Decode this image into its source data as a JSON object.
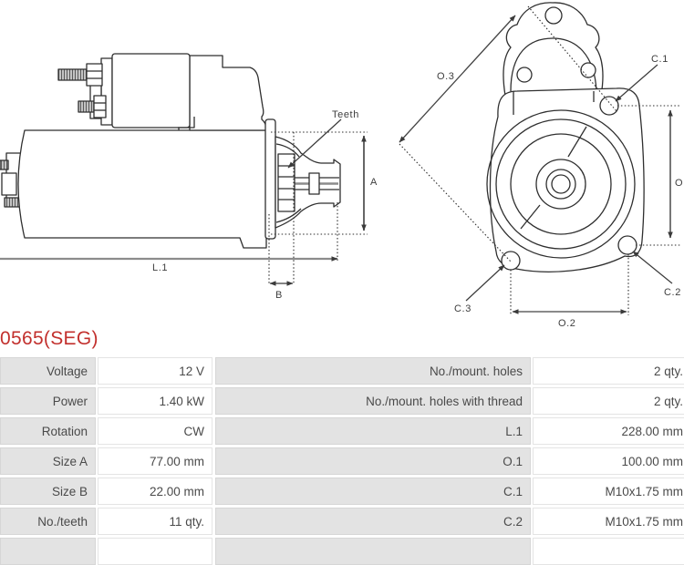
{
  "part_number": "0565(SEG)",
  "colors": {
    "part_number_red": "#c2302d",
    "drawing_line": "#2f2f2f",
    "table_label_bg": "#e3e3e3"
  },
  "annotations": {
    "side": {
      "teeth": "Teeth",
      "size_a": "A",
      "size_b": "B",
      "length_l1": "L.1"
    },
    "front": {
      "o3": "O.3",
      "c1": "C.1",
      "o1_partial": "O.",
      "c2": "C.2",
      "c3": "C.3",
      "o2": "O.2"
    }
  },
  "spec_table": {
    "left_rows": [
      {
        "label": "Voltage",
        "value": "12 V"
      },
      {
        "label": "Power",
        "value": "1.40 kW"
      },
      {
        "label": "Rotation",
        "value": "CW"
      },
      {
        "label": "Size A",
        "value": "77.00 mm"
      },
      {
        "label": "Size B",
        "value": "22.00 mm"
      },
      {
        "label": "No./teeth",
        "value": "11 qty."
      }
    ],
    "right_rows": [
      {
        "label": "No./mount. holes",
        "value": "2 qty."
      },
      {
        "label": "No./mount. holes with thread",
        "value": "2 qty."
      },
      {
        "label": "L.1",
        "value": "228.00 mm"
      },
      {
        "label": "O.1",
        "value": "100.00 mm"
      },
      {
        "label": "C.1",
        "value": "M10x1.75 mm"
      },
      {
        "label": "C.2",
        "value": "M10x1.75 mm"
      }
    ]
  }
}
